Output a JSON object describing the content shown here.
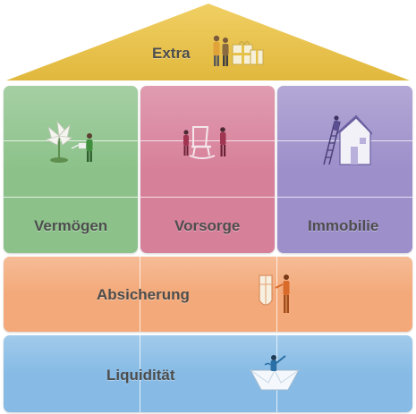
{
  "roof": {
    "label": "Extra",
    "color": "#e9c24a",
    "icon": "couple-with-gift-icon"
  },
  "columns": [
    {
      "key": "vermoegen",
      "label": "Vermögen",
      "color": "#8cc28a",
      "icon": "person-watering-money-plant-icon"
    },
    {
      "key": "vorsorge",
      "label": "Vorsorge",
      "color": "#d7809a",
      "icon": "elderly-couple-rocking-chair-icon"
    },
    {
      "key": "immobilie",
      "label": "Immobilie",
      "color": "#9d8fca",
      "icon": "person-on-ladder-house-icon"
    }
  ],
  "bands": [
    {
      "key": "absicherung",
      "label": "Absicherung",
      "color": "#f3a979",
      "icon": "person-holding-shield-icon"
    },
    {
      "key": "liquiditaet",
      "label": "Liquidität",
      "color": "#87bbe5",
      "icon": "person-in-paper-boat-icon"
    }
  ]
}
